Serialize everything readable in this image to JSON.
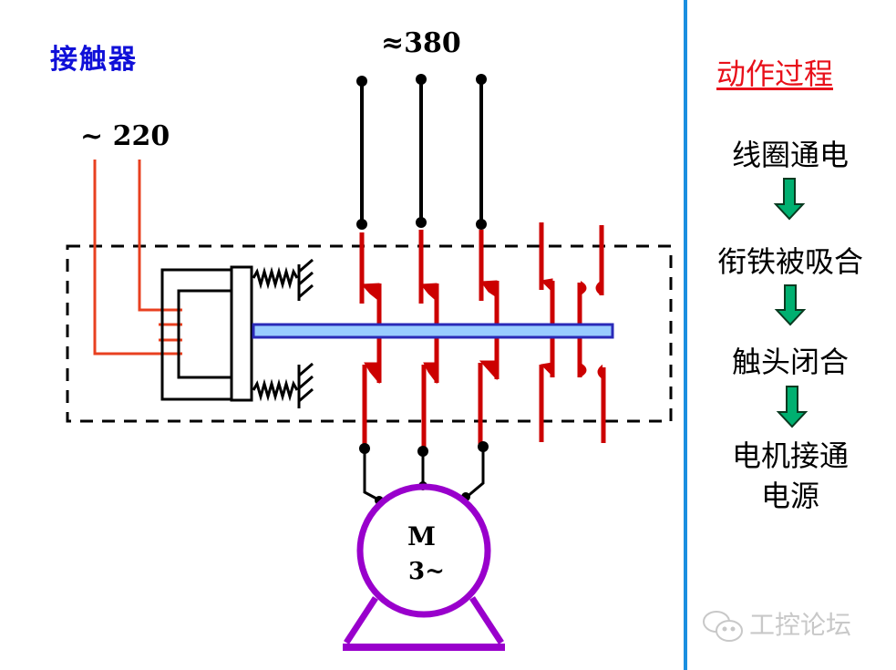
{
  "diagram": {
    "title": "接触器",
    "supply_3phase_label": "≈380",
    "coil_supply_label": "~ 220",
    "motor": {
      "symbol": "M",
      "phase": "3~"
    },
    "colors": {
      "title": "#1010d8",
      "coil_wire": "#e84020",
      "contact": "#cc0000",
      "armature_bar_fill": "#99ccff",
      "armature_bar_border": "#2a2ab8",
      "motor": "#9900cc",
      "arrow_fill": "#00b070",
      "divider": "#1a8fe0",
      "side_title": "#e8101a"
    },
    "main_contacts": 3,
    "auxiliary_contacts": [
      {
        "type": "normally-open"
      },
      {
        "type": "normally-closed"
      }
    ]
  },
  "sidebar": {
    "title": "动作过程",
    "steps": [
      {
        "label": "线圈通电"
      },
      {
        "label": "衔铁被吸合"
      },
      {
        "label": "触头闭合"
      },
      {
        "label": "电机接通\n电源"
      }
    ]
  },
  "watermark": {
    "icon": "wechat-icon",
    "text": "工控论坛"
  }
}
